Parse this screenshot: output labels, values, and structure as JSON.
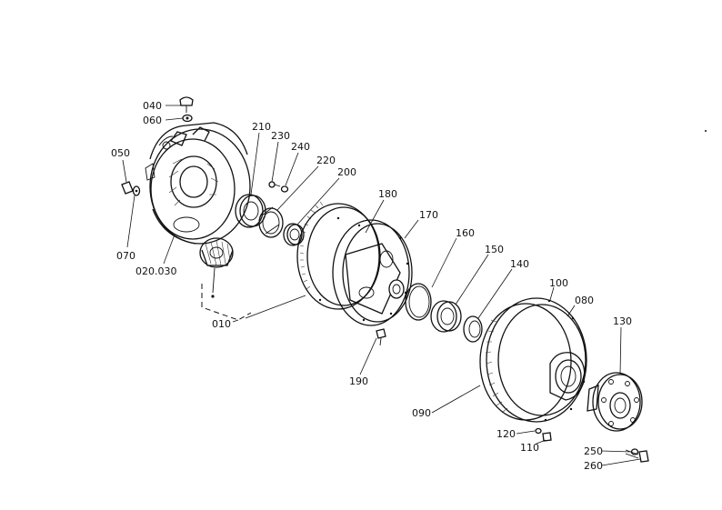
{
  "labels": {
    "p040": "040",
    "p060": "060",
    "p050": "050",
    "p070": "070",
    "p020030": "020.030",
    "p010": "010",
    "p210": "210",
    "p230": "230",
    "p240": "240",
    "p220": "220",
    "p200": "200",
    "p180": "180",
    "p170": "170",
    "p160": "160",
    "p150": "150",
    "p140": "140",
    "p190": "190",
    "p100": "100",
    "p080": "080",
    "p130": "130",
    "p090": "090",
    "p120": "120",
    "p110": "110",
    "p250": "250",
    "p260": "260"
  }
}
